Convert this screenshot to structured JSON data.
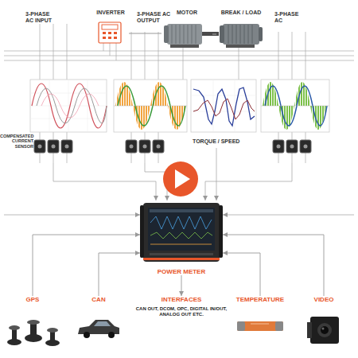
{
  "diagram": {
    "nodes": [
      {
        "text": [
          "INVERTER"
        ]
      },
      {
        "text": [
          "MOTOR"
        ]
      },
      {
        "text": [
          "BREAK / LOAD"
        ]
      },
      {
        "text": [
          "POWER METER"
        ]
      },
      {
        "text": [
          "GPS"
        ]
      },
      {
        "text": [
          "CAN"
        ]
      },
      {
        "text": [
          "INTERFACES",
          "CAN OUT, DCOM, OPC, DIGITAL IN/OUT, ANALOG OUT ETC."
        ]
      },
      {
        "text": [
          "TEMPERATURE"
        ]
      },
      {
        "text": [
          "VIDEO"
        ]
      }
    ],
    "edges": [
      {
        "from": 0,
        "to": 1,
        "arrow": "none"
      },
      {
        "from": 1,
        "to": 2,
        "arrow": "none"
      },
      {
        "from": 4,
        "to": 3,
        "arrow": "to"
      },
      {
        "from": 5,
        "to": 3,
        "arrow": "to"
      },
      {
        "from": 3,
        "to": 6,
        "arrow": "to"
      },
      {
        "from": 7,
        "to": 3,
        "arrow": "to"
      },
      {
        "from": 8,
        "to": 3,
        "arrow": "to"
      }
    ],
    "labels": [
      "3-PHASE AC INPUT",
      "3-PHASE AC OUTPUT",
      "3-PHASE AC",
      "COMPENSATED CURRENT SENSOR",
      "TORQUE / SPEED"
    ]
  }
}
